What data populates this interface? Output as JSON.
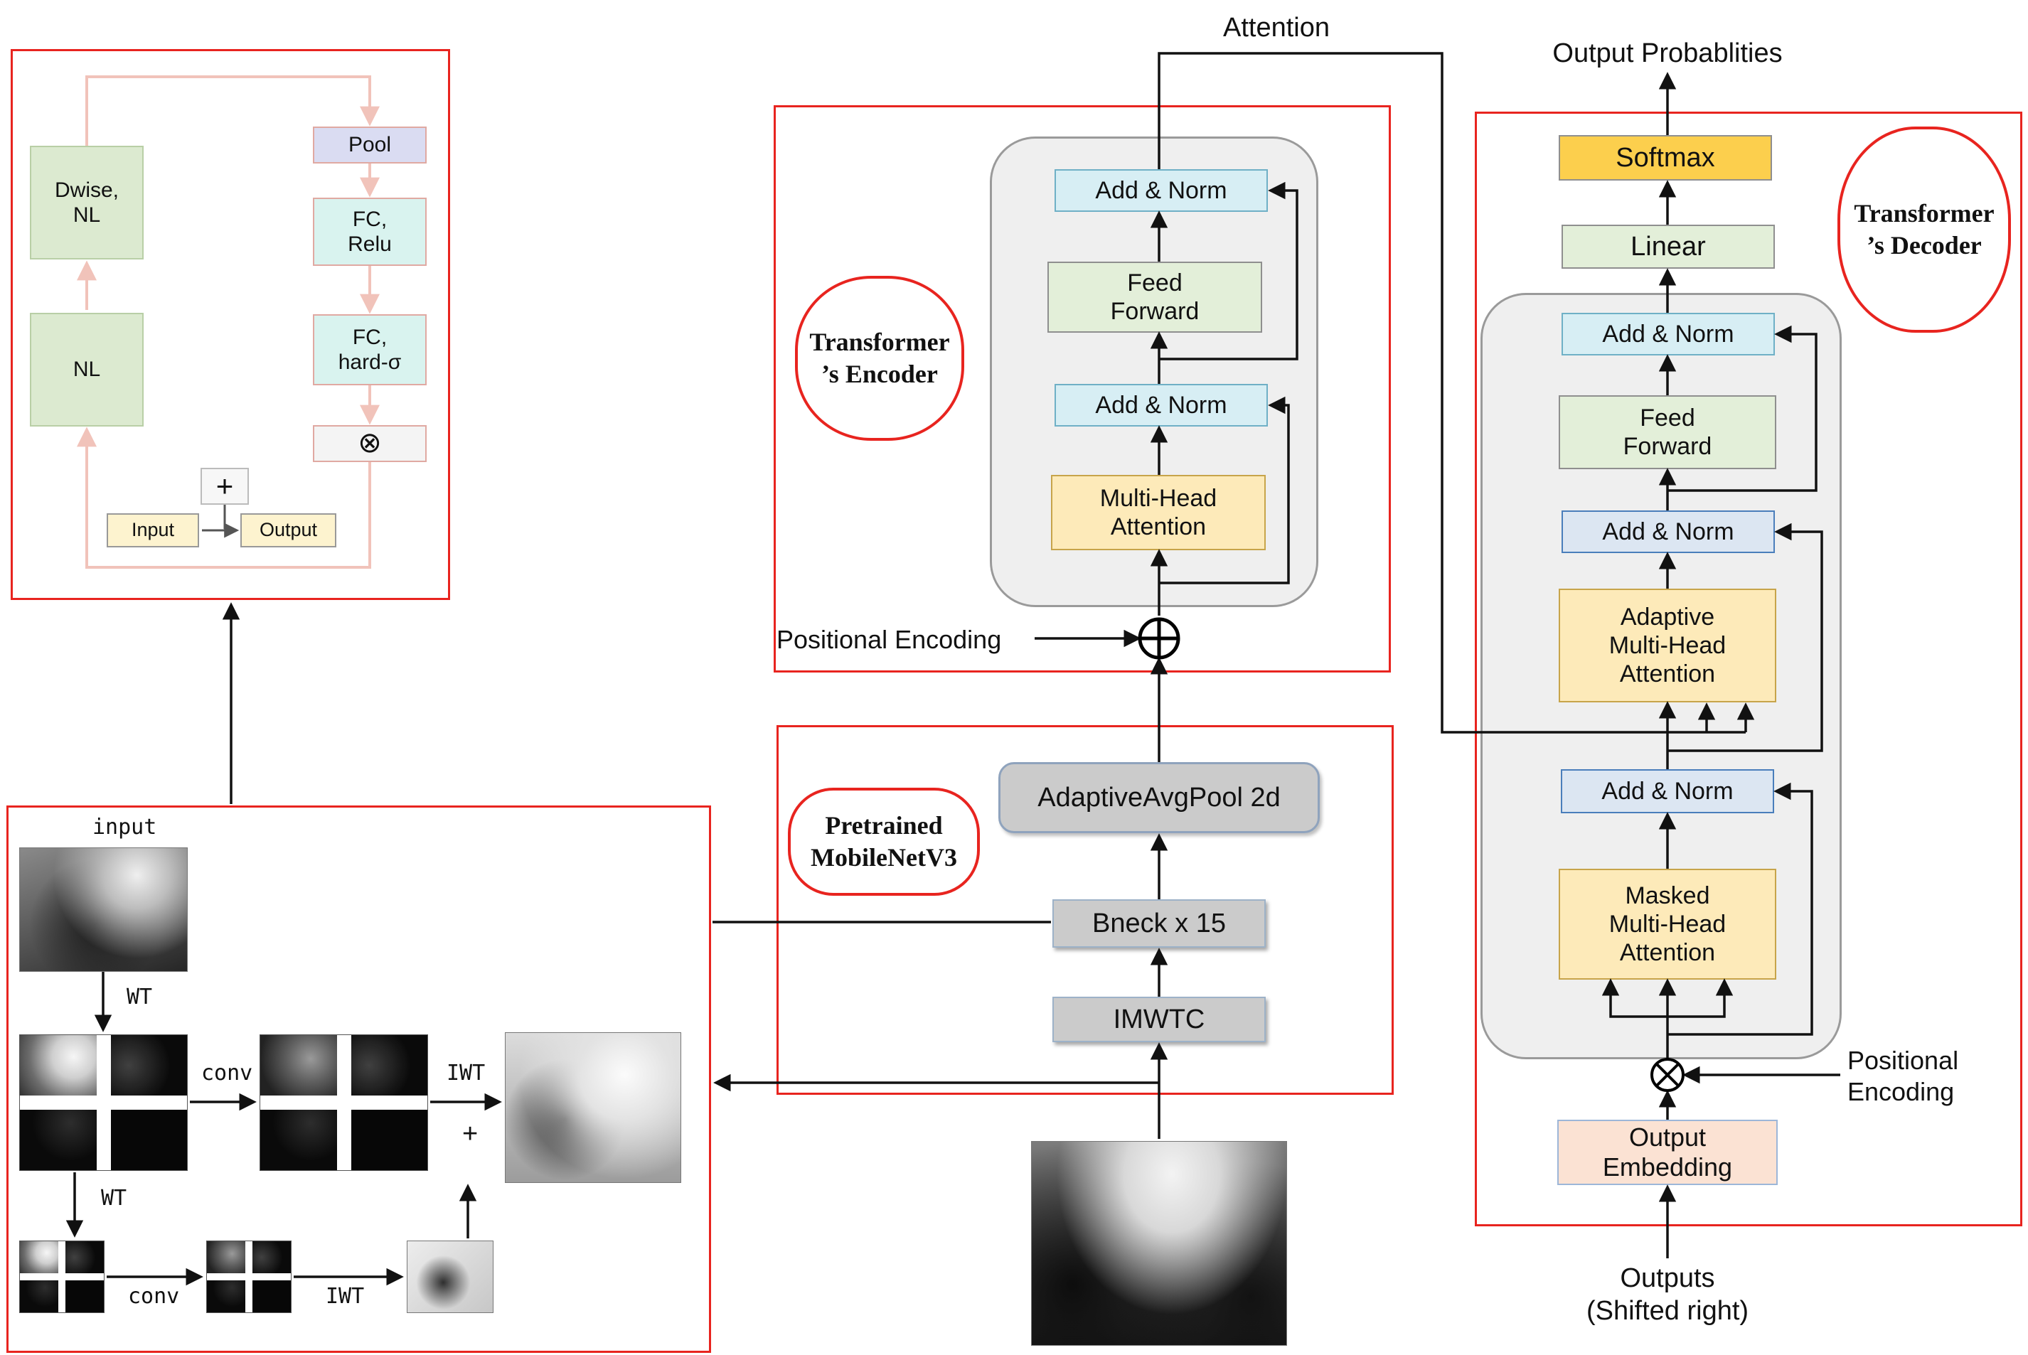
{
  "se_block": {
    "dwise_nl": "Dwise,\nNL",
    "nl": "NL",
    "pool": "Pool",
    "fc_relu": "FC,\nRelu",
    "fc_hard_sigma": "FC,\nhard-σ",
    "multiply_symbol": "⊗",
    "plus_symbol": "+",
    "input": "Input",
    "output": "Output"
  },
  "wavelet_pipeline": {
    "input_label": "input",
    "wt": "WT",
    "conv": "conv",
    "iwt": "IWT",
    "plus": "+"
  },
  "backbone": {
    "title": "Pretrained\nMobileNetV3",
    "adaptive_avg_pool": "AdaptiveAvgPool 2d",
    "bneck": "Bneck  x 15",
    "imwtc": "IMWTC"
  },
  "encoder": {
    "title": "Transformer\n’s Encoder",
    "add_norm": "Add & Norm",
    "feed_forward": "Feed\nForward",
    "multi_head_attention": "Multi-Head\nAttention",
    "positional_encoding": "Positional Encoding",
    "attention": "Attention"
  },
  "decoder": {
    "title": "Transformer\n’s Decoder",
    "output_probabilities": "Output Probablities",
    "softmax": "Softmax",
    "linear": "Linear",
    "add_norm": "Add & Norm",
    "feed_forward": "Feed\nForward",
    "adaptive_mha": "Adaptive\nMulti-Head\nAttention",
    "masked_mha": "Masked\nMulti-Head\nAttention",
    "positional_encoding": "Positional\nEncoding",
    "output_embedding": "Output\nEmbedding",
    "outputs": "Outputs\n(Shifted right)"
  },
  "colors": {
    "region_border": "#e8241f",
    "add_norm_cyan": "#d7eef4",
    "add_norm_blue": "#dce6f2",
    "feed_forward_green": "#e3efd9",
    "attention_yellow": "#fdeab9",
    "softmax_yellow": "#fccf4d",
    "embedding_peach": "#fbe2d3",
    "backbone_gray": "#cbcbcb"
  }
}
